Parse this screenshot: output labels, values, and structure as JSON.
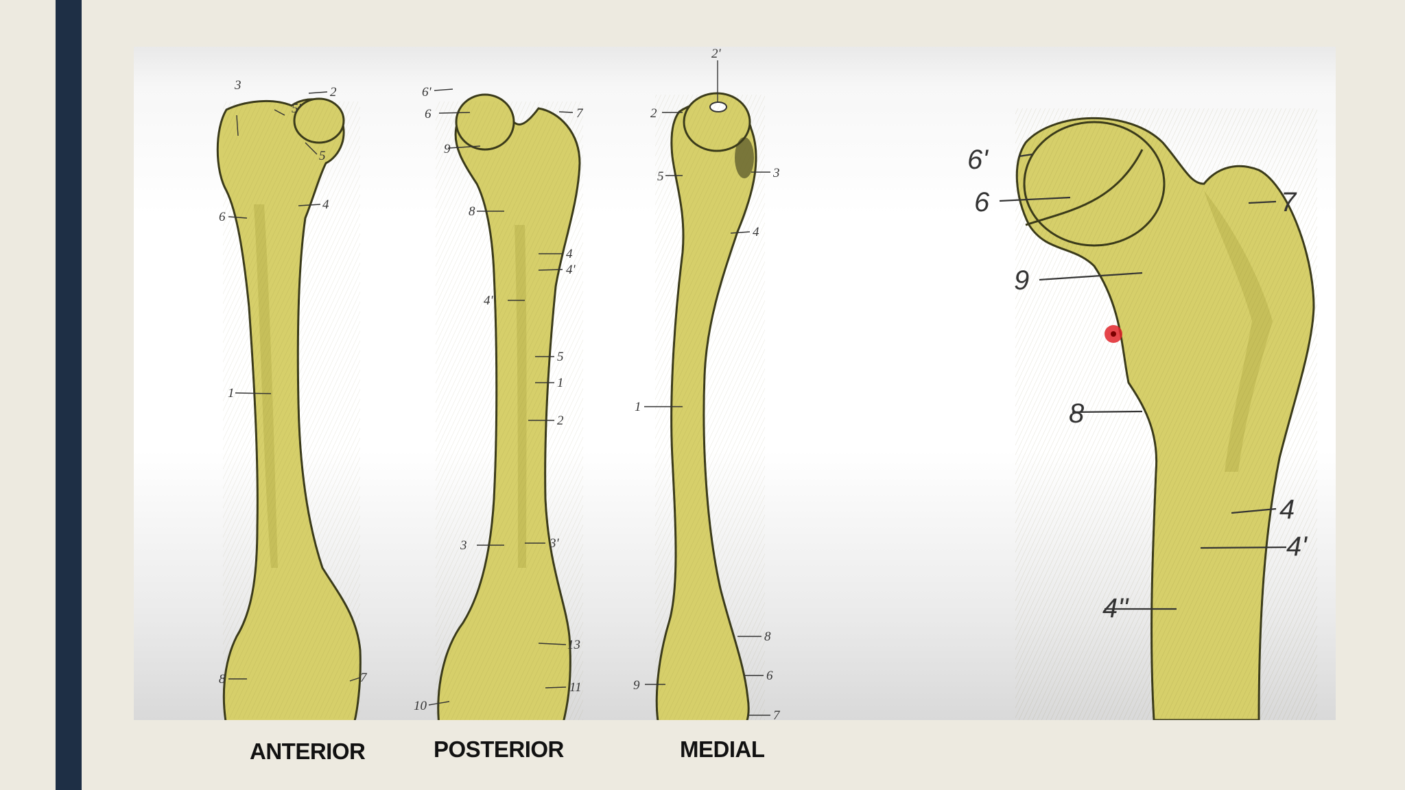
{
  "views": {
    "anterior": "ANTERIOR",
    "posterior": "POSTERIOR",
    "medial": "MEDIAL"
  },
  "labels": {
    "anterior": [
      "3",
      "2",
      "5'",
      "5",
      "4",
      "6",
      "1",
      "8",
      "7"
    ],
    "posterior": [
      "6'",
      "6",
      "7",
      "9",
      "8",
      "4",
      "4'",
      "4''",
      "5",
      "1",
      "2",
      "3",
      "3'",
      "13",
      "10",
      "11"
    ],
    "medial": [
      "2'",
      "2",
      "5",
      "3",
      "4",
      "1",
      "8",
      "9",
      "6",
      "7"
    ],
    "zoom": [
      "6'",
      "6",
      "7",
      "9",
      "8",
      "4",
      "4'",
      "4''"
    ]
  },
  "colors": {
    "bone": "#d6cf6a",
    "sidebar": "#1e2f45",
    "background": "#edeae0",
    "pointer": "#e0242a"
  }
}
